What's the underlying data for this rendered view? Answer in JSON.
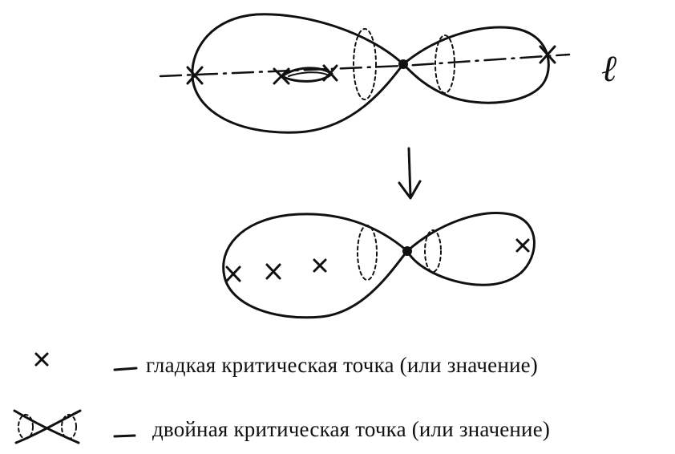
{
  "line_label": "ℓ",
  "legend": {
    "smooth": "гладкая критическая точка (или значение)",
    "double": "двойная критическая точка (или значение)"
  },
  "icons": {
    "arrow": "down-arrow",
    "smooth_marker": "cross",
    "double_marker": "crossed-dotted-ellipses"
  }
}
